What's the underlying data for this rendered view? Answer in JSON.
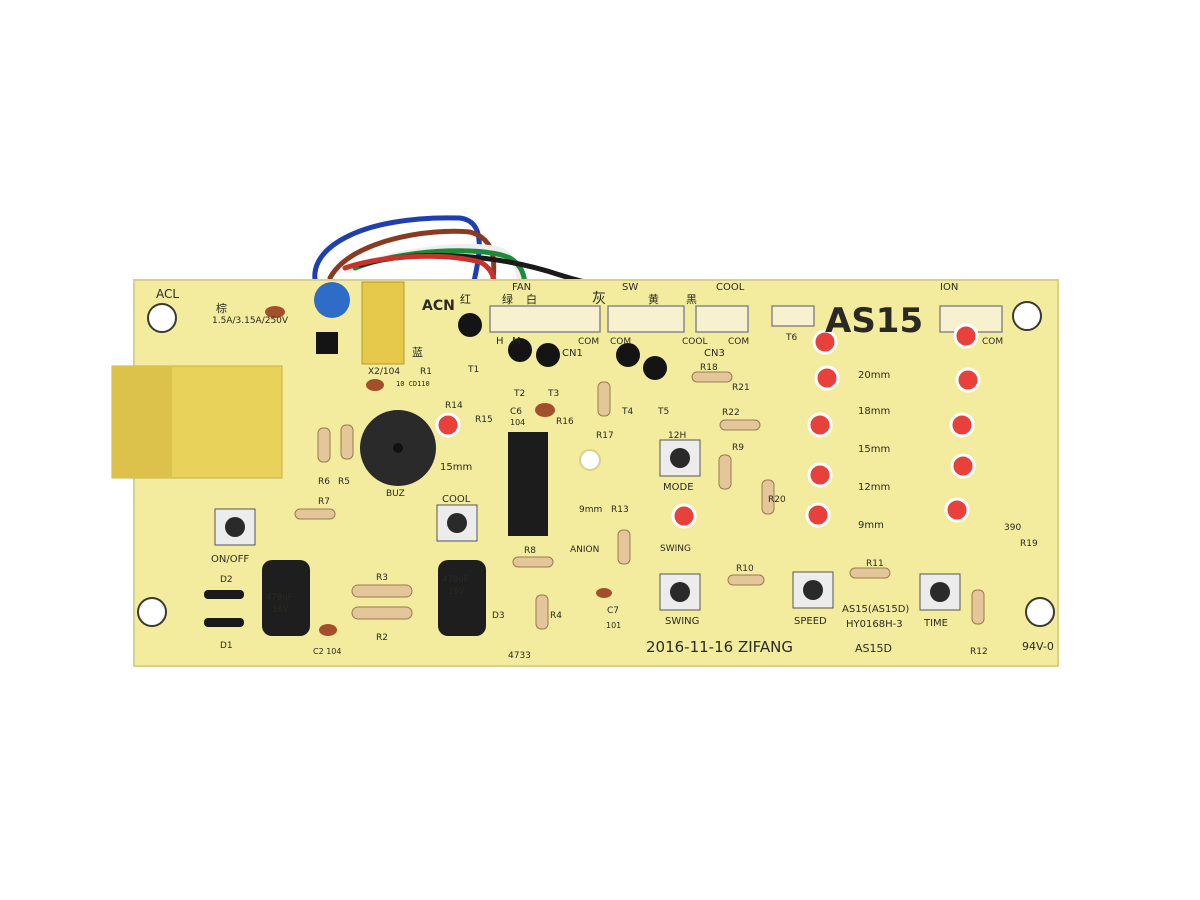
{
  "board": {
    "model": "AS15",
    "variant": "AS15(AS15D)",
    "part_number": "HY0168H-3",
    "date_line": "2016-11-16 ZIFANG",
    "sub_model": "AS15D",
    "flammability": "94V-0"
  },
  "connectors": {
    "acl": "ACL",
    "acn": "ACN",
    "fan": "FAN",
    "sw": "SW",
    "cool": "COOL",
    "ion": "ION",
    "cn1": "CN1",
    "cn3": "CN3",
    "com": "COM",
    "h": "H",
    "m": "M",
    "fuse": "1.5A/3.15A/250V",
    "fuse_cn": "棕",
    "blue_cn": "蓝",
    "red_cn": "红",
    "green_cn": "绿",
    "white_cn": "白",
    "grey_cn": "灰",
    "yellow_cn": "黄",
    "black_cn": "黑",
    "t6": "T6"
  },
  "buttons": {
    "on_off": "ON/OFF",
    "cool": "COOL",
    "mode": "MODE",
    "swing": "SWING",
    "speed": "SPEED",
    "time": "TIME"
  },
  "indicators": {
    "anion": "ANION",
    "swing": "SWING",
    "mode_12h": "12H",
    "anion_9mm": "9mm",
    "mm15": "15mm",
    "levels": [
      "20mm",
      "18mm",
      "15mm",
      "12mm",
      "9mm"
    ]
  },
  "components": {
    "buz": "BUZ",
    "x2": "X2/104",
    "c6": "C6",
    "c6v": "104",
    "c7": "C7",
    "c7v": "101",
    "c2": "C2 104",
    "zener": "4733",
    "cap1_a": "470uF",
    "cap1_b": "16V",
    "cap2_a": "470uF",
    "cap2_b": "16V",
    "cap_small": "10 CD110",
    "r390": "390",
    "labels": [
      "R1",
      "R2",
      "R3",
      "R4",
      "R5",
      "R6",
      "R7",
      "R8",
      "R9",
      "R10",
      "R11",
      "R12",
      "R13",
      "R14",
      "R15",
      "R16",
      "R17",
      "R18",
      "R19",
      "R20",
      "R21",
      "R22",
      "T1",
      "T2",
      "T3",
      "T4",
      "T5",
      "D1",
      "D2",
      "D3"
    ]
  },
  "colors": {
    "pcb": "#f3ec9e",
    "silkscreen": "#2a2a22",
    "led": "#e8403a",
    "wire_red": "#c8322a",
    "wire_blue": "#1f3fb0",
    "wire_brown": "#8a3a20",
    "wire_green": "#1f8a3a",
    "wire_black": "#1a1a1a"
  }
}
